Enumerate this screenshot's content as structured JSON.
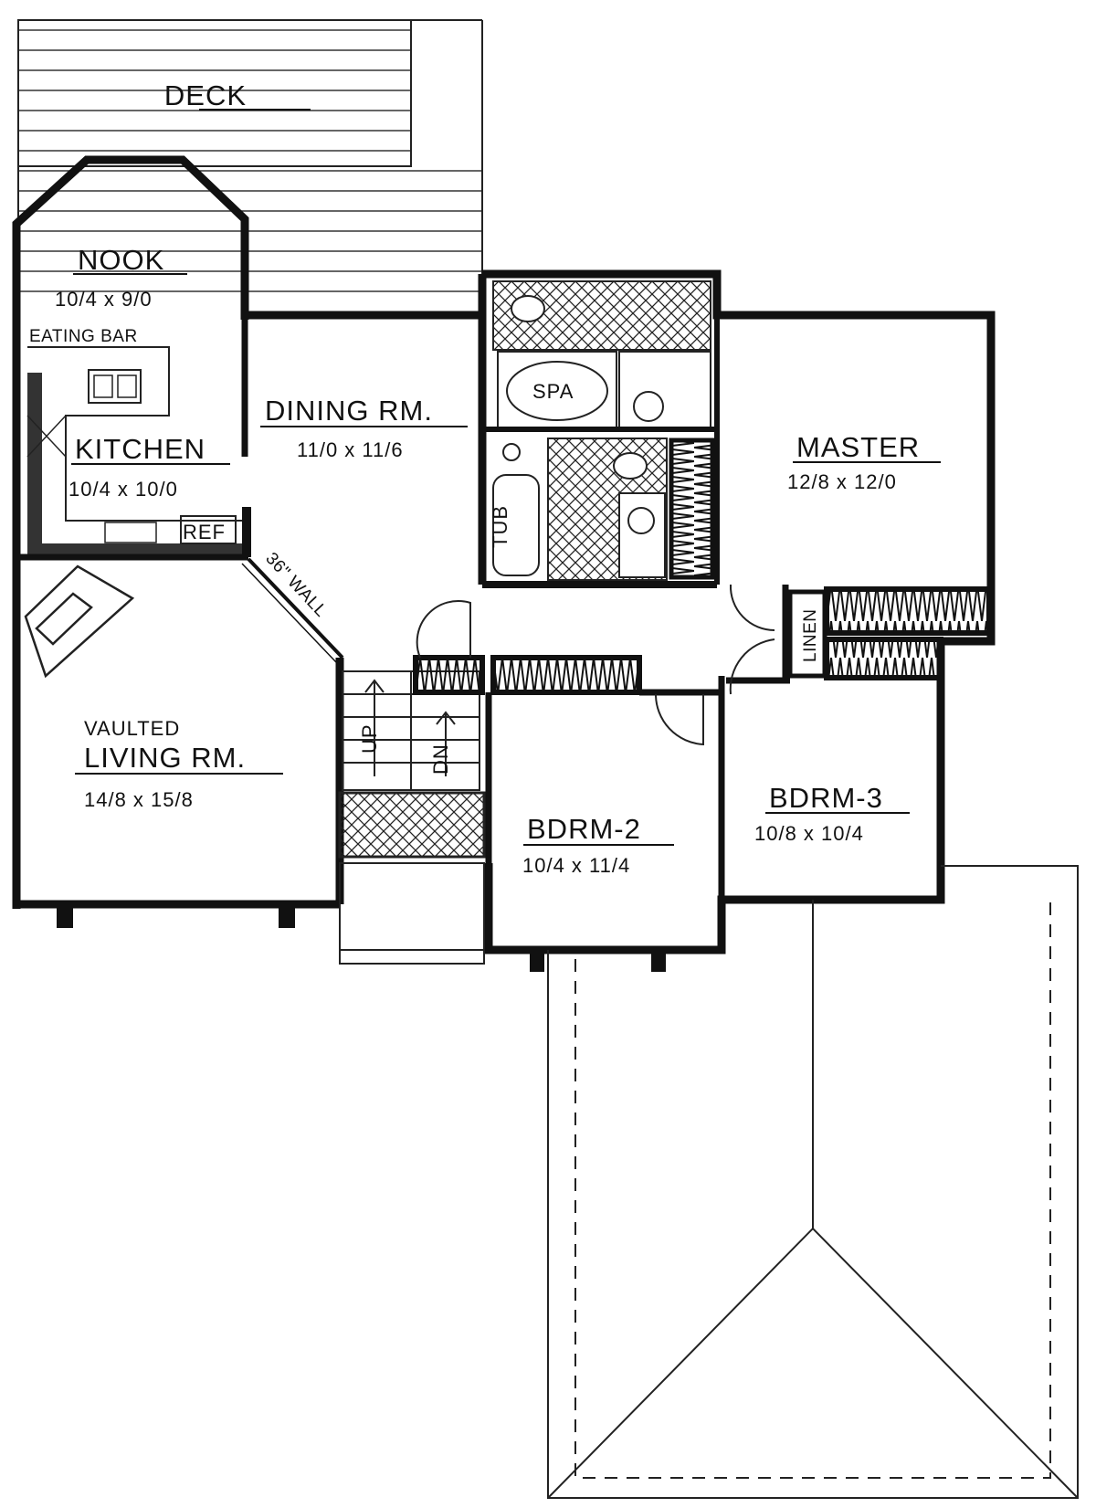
{
  "rooms": {
    "deck": {
      "label": "DECK"
    },
    "nook": {
      "label": "NOOK",
      "dims": "10/4  x  9/0"
    },
    "eating_bar": {
      "label": "EATING BAR"
    },
    "kitchen": {
      "label": "KITCHEN",
      "dims": "10/4  x  10/0",
      "ref": "REF"
    },
    "dining": {
      "label": "DINING  RM.",
      "dims": "11/0  x  11/6"
    },
    "wall_note": {
      "label": "36\" WALL"
    },
    "spa": {
      "label": "SPA"
    },
    "tub": {
      "label": "TUB"
    },
    "master": {
      "label": "MASTER",
      "dims": "12/8  x  12/0"
    },
    "linen": {
      "label": "LINEN"
    },
    "living": {
      "sub": "VAULTED",
      "label": "LIVING  RM.",
      "dims": "14/8  x  15/8"
    },
    "stairs": {
      "up": "UP",
      "down": "DN"
    },
    "bdrm2": {
      "label": "BDRM-2",
      "dims": "10/4  x  11/4"
    },
    "bdrm3": {
      "label": "BDRM-3",
      "dims": "10/8  x  10/4"
    }
  },
  "colors": {
    "wall": "#111111",
    "line": "#222222",
    "paper": "#ffffff"
  }
}
